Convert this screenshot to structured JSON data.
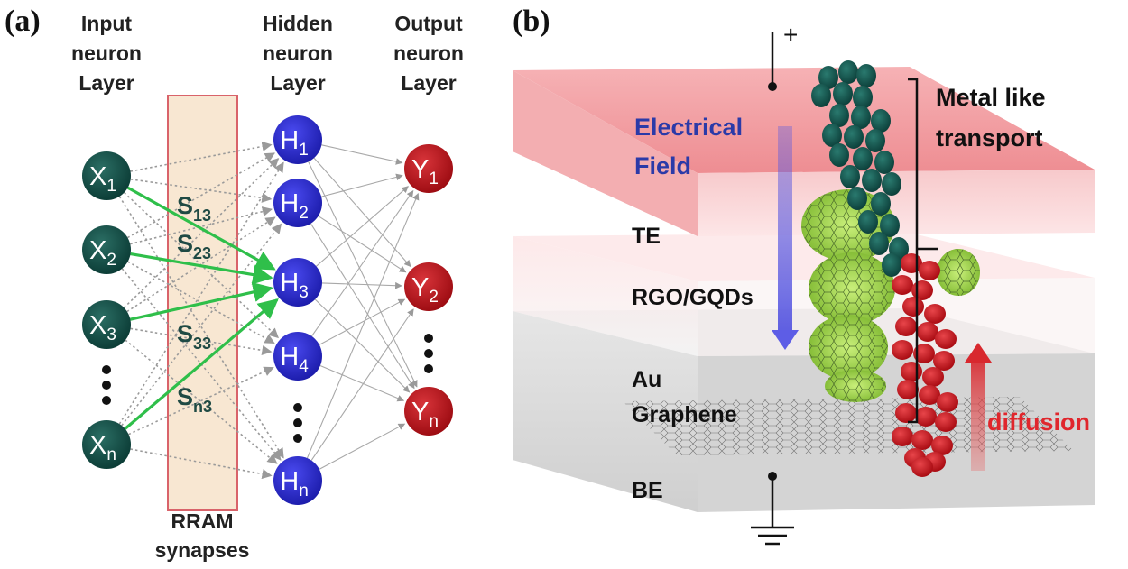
{
  "panel_a": {
    "label": "(a)",
    "input_layer": [
      "Input",
      "neuron",
      "Layer"
    ],
    "hidden_layer": [
      "Hidden",
      "neuron",
      "Layer"
    ],
    "output_layer": [
      "Output",
      "neuron",
      "Layer"
    ],
    "synapse_caption": [
      "RRAM",
      "synapses"
    ],
    "input_neurons": [
      {
        "base": "X",
        "sub": "1"
      },
      {
        "base": "X",
        "sub": "2"
      },
      {
        "base": "X",
        "sub": "3"
      },
      {
        "base": "X",
        "sub": "n"
      }
    ],
    "hidden_neurons": [
      {
        "base": "H",
        "sub": "1"
      },
      {
        "base": "H",
        "sub": "2"
      },
      {
        "base": "H",
        "sub": "3"
      },
      {
        "base": "H",
        "sub": "4"
      },
      {
        "base": "H",
        "sub": "n"
      }
    ],
    "output_neurons": [
      {
        "base": "Y",
        "sub": "1"
      },
      {
        "base": "Y",
        "sub": "2"
      },
      {
        "base": "Y",
        "sub": "n"
      }
    ],
    "synapse_labels": [
      {
        "base": "S",
        "sub": "13"
      },
      {
        "base": "S",
        "sub": "23"
      },
      {
        "base": "S",
        "sub": "33"
      },
      {
        "base": "S",
        "sub": "n3"
      }
    ],
    "colors": {
      "input": "#0f4a43",
      "hidden": "#2424c2",
      "output": "#b5131b",
      "highlight": "#2fbf4a",
      "synapse_fill": "#f8e7d2",
      "synapse_border": "#d9636a",
      "connection": "#9a9a9a"
    }
  },
  "panel_b": {
    "label": "(b)",
    "plus": "+",
    "electrical_field": [
      "Electrical",
      "Field"
    ],
    "metal_like": [
      "Metal like",
      "transport"
    ],
    "layers": {
      "te": "TE",
      "rgo": "RGO/GQDs",
      "au": "Au",
      "graphene": "Graphene",
      "be": "BE"
    },
    "diffusion": "diffusion",
    "colors": {
      "top_electrode": "#f29a9e",
      "bottom_electrode": "#d8d8d8",
      "field_arrow": "#7a7ae6",
      "field_text": "#2b3aa8",
      "dark_ions": "#0f4a43",
      "red_ions": "#c3141c",
      "diffusion_text": "#e0262c",
      "gqd": "#8fcc3a"
    }
  }
}
